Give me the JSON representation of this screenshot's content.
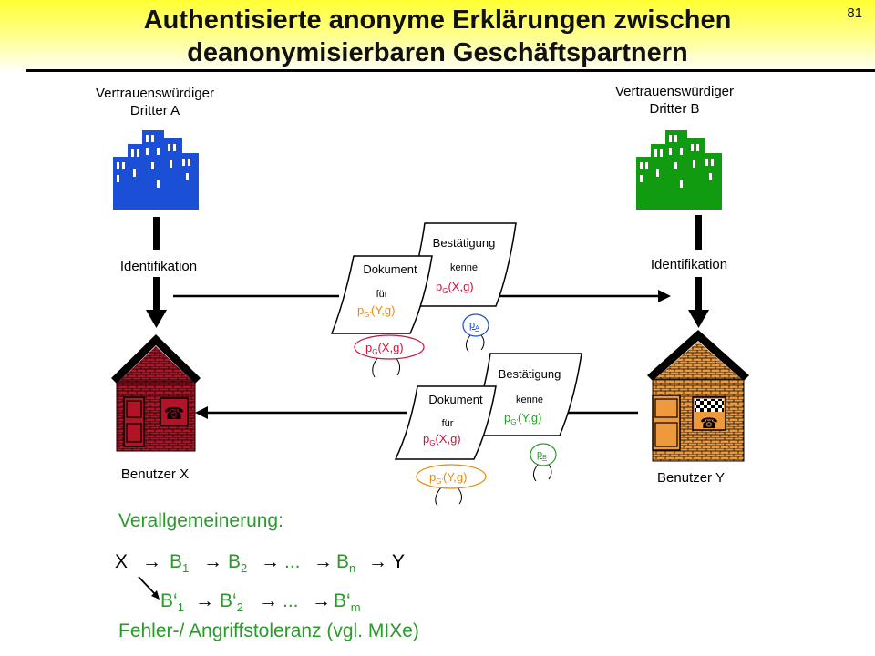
{
  "slide": {
    "title_line1": "Authentisierte anonyme Erklärungen zwischen",
    "title_line2": "deanonymisierbaren Geschäftspartnern",
    "page_number": "81"
  },
  "parties": {
    "trusted_a": {
      "line1": "Vertrauenswürdiger",
      "line2": "Dritter A",
      "color": "#1a4fd6"
    },
    "trusted_b": {
      "line1": "Vertrauenswürdiger",
      "line2": "Dritter B",
      "color": "#119b11"
    },
    "user_x": {
      "label": "Benutzer X",
      "color": "#b01426"
    },
    "user_y": {
      "label": "Benutzer Y",
      "color": "#ee9a3c"
    }
  },
  "identification_label": "Identifikation",
  "documents": {
    "top": {
      "doc_title": "Dokument",
      "doc_for": "für",
      "doc_pseudonym": "p",
      "doc_sub": "G'",
      "doc_args": "(Y,g)",
      "conf_title": "Bestätigung",
      "conf_knows": "kenne",
      "conf_pseudonym": "p",
      "conf_sub": "G",
      "conf_args": "(X,g)",
      "sig_p": "p",
      "sig_sub": "A",
      "seal_p": "p",
      "seal_sub": "G",
      "seal_args": "(X,g)"
    },
    "bottom": {
      "doc_title": "Dokument",
      "doc_for": "für",
      "doc_pseudonym": "p",
      "doc_sub": "G",
      "doc_args": "(X,g)",
      "conf_title": "Bestätigung",
      "conf_knows": "kenne",
      "conf_pseudonym": "p",
      "conf_sub": "G'",
      "conf_args": "(Y,g)",
      "sig_p": "p",
      "sig_sub": "B",
      "seal_p": "p",
      "seal_sub": "G'",
      "seal_args": "(Y,g)"
    }
  },
  "generalization": {
    "heading": "Verallgemeinerung:",
    "arrow": "→",
    "row1": {
      "start": "X",
      "end": "Y",
      "items": [
        {
          "base": "B",
          "sub": "1"
        },
        {
          "base": "B",
          "sub": "2"
        },
        {
          "base": "...",
          "sub": ""
        },
        {
          "base": "B",
          "sub": "n"
        }
      ]
    },
    "row2": {
      "items": [
        {
          "base": "B‘",
          "sub": "1"
        },
        {
          "base": "B‘",
          "sub": "2"
        },
        {
          "base": "...",
          "sub": ""
        },
        {
          "base": "B‘",
          "sub": "m"
        }
      ]
    },
    "footer": "Fehler-/ Angriffstoleranz (vgl. MIXe)"
  },
  "colors": {
    "accent_green": "#2a9b2a",
    "doc_orange": "#e8890c",
    "conf_red": "#d0103a",
    "title_yellow": "#ffff33"
  }
}
